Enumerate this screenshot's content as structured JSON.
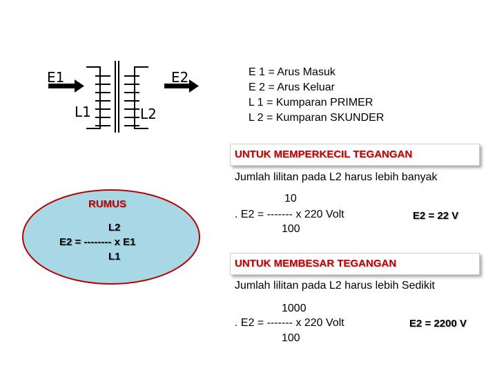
{
  "transformer": {
    "label_e1": "E1",
    "label_e2": "E2",
    "label_l1": "L1",
    "label_l2": "L2"
  },
  "legend": [
    "E 1 = Arus Masuk",
    "E 2 = Arus Keluar",
    "L 1 = Kumparan PRIMER",
    "L 2 = Kumparan SKUNDER"
  ],
  "step_down": {
    "heading": "UNTUK MEMPERKECIL TEGANGAN",
    "description": "Jumlah lilitan pada L2 harus lebih banyak",
    "numerator": "10",
    "equation": ".   E2 = ------- x  220 Volt",
    "denominator": "100",
    "result": "E2 = 22 V"
  },
  "step_up": {
    "heading": "UNTUK MEMBESAR TEGANGAN",
    "description": "Jumlah lilitan pada L2 harus lebih Sedikit",
    "numerator": "1000",
    "equation": ".   E2 = ------- x  220 Volt",
    "denominator": "100",
    "result": "E2 = 2200 V"
  },
  "rumus": {
    "title": "RUMUS",
    "numerator": "L2",
    "equation": "E2  =  --------  x E1",
    "denominator": "L1"
  },
  "colors": {
    "heading_red": "#c00000",
    "ellipse_fill": "#a8d8e6",
    "ellipse_border": "#b90000"
  }
}
